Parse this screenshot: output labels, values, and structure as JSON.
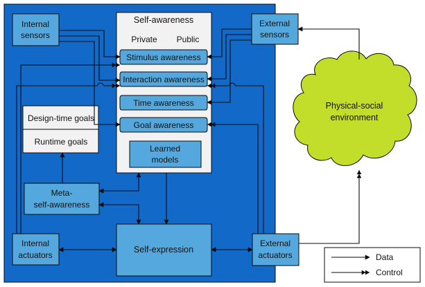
{
  "colors": {
    "system_background": "#1369c8",
    "box_fill": "#55a8dd",
    "panel_fill": "#f2f2f2",
    "cloud_fill": "#c2de2a",
    "line": "#0a0a0a"
  },
  "icons": {
    "data_arrow": "single-arrowhead",
    "control_arrow": "double-arrowhead"
  },
  "internal_sensors": {
    "line1": "Internal",
    "line2": "sensors"
  },
  "external_sensors": {
    "line1": "External",
    "line2": "sensors"
  },
  "internal_actuators": {
    "line1": "Internal",
    "line2": "actuators"
  },
  "external_actuators": {
    "line1": "External",
    "line2": "actuators"
  },
  "self_awareness": {
    "title": "Self-awareness",
    "private_label": "Private",
    "public_label": "Public",
    "awareness_levels": [
      "Stimulus awareness",
      "Interaction awareness",
      "Time awareness",
      "Goal awareness"
    ],
    "learned_models": {
      "line1": "Learned",
      "line2": "models"
    }
  },
  "goals": {
    "design_time": "Design-time goals",
    "runtime": "Runtime goals"
  },
  "meta_self_awareness": {
    "line1": "Meta-",
    "line2": "self-awareness"
  },
  "self_expression": "Self-expression",
  "environment": {
    "line1": "Physical-social",
    "line2": "environment"
  },
  "legend": {
    "data": "Data",
    "control": "Control"
  }
}
